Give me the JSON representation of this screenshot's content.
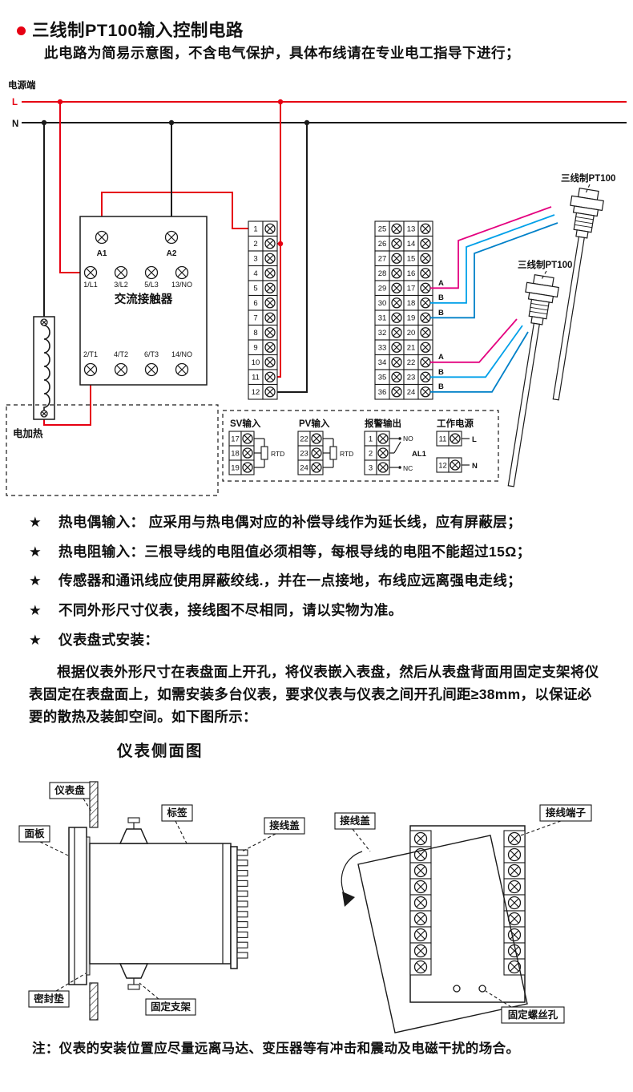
{
  "header": {
    "title": "三线制PT100输入控制电路",
    "subtitle": "此电路为简易示意图，不含电气保护，具体布线请在专业电工指导下进行；"
  },
  "wiring": {
    "power_label": "电源端",
    "l_label": "L",
    "n_label": "N",
    "contactor": {
      "title": "交流接触器",
      "coil_a1": "A1",
      "coil_a2": "A2",
      "input_terminals": [
        "1/L1",
        "3/L2",
        "5/L3",
        "13/NO"
      ],
      "output_terminals": [
        "2/T1",
        "4/T2",
        "6/T3",
        "14/NO"
      ]
    },
    "heater_label": "电加热",
    "strip_left": [
      "1",
      "2",
      "3",
      "4",
      "5",
      "6",
      "7",
      "8",
      "9",
      "10",
      "11",
      "12"
    ],
    "strip_mid": [
      "25",
      "26",
      "27",
      "28",
      "29",
      "30",
      "31",
      "32",
      "33",
      "34",
      "35",
      "36"
    ],
    "strip_right": [
      "13",
      "14",
      "15",
      "16",
      "17",
      "18",
      "19",
      "20",
      "21",
      "22",
      "23",
      "24"
    ],
    "sensor_labels": {
      "sv": [
        "A",
        "B",
        "B"
      ],
      "pv": [
        "A",
        "B",
        "B"
      ]
    },
    "pt100_top": "三线制PT100",
    "pt100_bottom": "三线制PT100",
    "io_box": {
      "sv": {
        "title": "SV输入",
        "terminals": [
          "17",
          "18",
          "19"
        ],
        "component": "RTD"
      },
      "pv": {
        "title": "PV输入",
        "terminals": [
          "22",
          "23",
          "24"
        ],
        "component": "RTD"
      },
      "alarm": {
        "title": "报警输出",
        "terminals": [
          "1",
          "2",
          "3"
        ],
        "no": "NO",
        "nc": "NC",
        "relay": "AL1"
      },
      "supply": {
        "title": "工作电源",
        "terminals": [
          "11",
          "12"
        ],
        "l": "L",
        "n": "N"
      }
    },
    "colors": {
      "live": "#e60012",
      "neutral": "#1a1a1a",
      "wire_a": "#e4007f",
      "wire_b": "#00a0e9"
    }
  },
  "notes": {
    "star": "★",
    "items": [
      "热电偶输入： 应采用与热电偶对应的补偿导线作为延长线，应有屏蔽层；",
      "热电阻输入：三根导线的电阻值必须相等，每根导线的电阻不能超过15Ω；",
      "传感器和通讯线应使用屏蔽绞线.，并在一点接地，布线应远离强电走线；",
      "不同外形尺寸仪表，接线图不尽相同，请以实物为准。",
      "仪表盘式安装："
    ]
  },
  "install": {
    "paragraph": "根据仪表外形尺寸在表盘面上开孔，将仪表嵌入表盘，然后从表盘背面用固定支架将仪表固定在表盘面上，如需安装多台仪表，要求仪表与仪表之间开孔间距≥38mm，以保证必要的散热及装卸空间。如下图所示：",
    "side_view_title": "仪表侧面图",
    "labels": {
      "panel": "仪表盘",
      "front": "面板",
      "tag": "标签",
      "cover_left": "接线盖",
      "gasket": "密封垫",
      "bracket": "固定支架",
      "cover_right": "接线盖",
      "terminals": "接线端子",
      "screw_holes": "固定螺丝孔"
    },
    "note": "注：仪表的安装位置应尽量远离马达、变压器等有冲击和震动及电磁干扰的场合。"
  }
}
